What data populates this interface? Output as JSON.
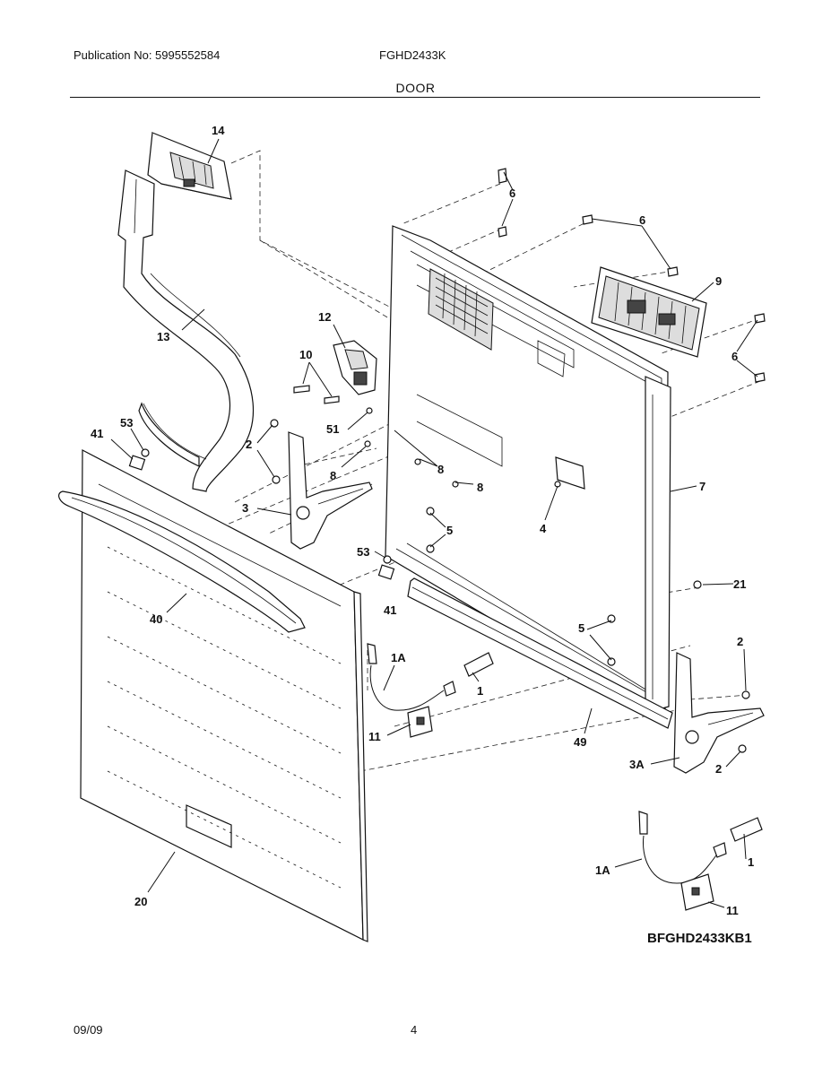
{
  "header": {
    "publication": "Publication No: 5995552584",
    "model": "FGHD2433K",
    "section": "DOOR"
  },
  "callouts": {
    "c14": "14",
    "c13": "13",
    "c12": "12",
    "c10": "10",
    "c6a": "6",
    "c6b": "6",
    "c6c": "6",
    "c9": "9",
    "c53a": "53",
    "c41a": "41",
    "c2a": "2",
    "c3": "3",
    "c51": "51",
    "c8a": "8",
    "c8b": "8",
    "c8c": "8",
    "c5a": "5",
    "c4": "4",
    "c7": "7",
    "c40": "40",
    "c53b": "53",
    "c41b": "41",
    "c21": "21",
    "c1Aa": "1A",
    "c1a": "1",
    "c5b": "5",
    "c2b": "2",
    "c11a": "11",
    "c49": "49",
    "c3A": "3A",
    "c2c": "2",
    "c20": "20",
    "c1Ab": "1A",
    "c1b": "1",
    "c11b": "11"
  },
  "drawing_code": "BFGHD2433KB1",
  "footer": {
    "date": "09/09",
    "page": "4"
  }
}
